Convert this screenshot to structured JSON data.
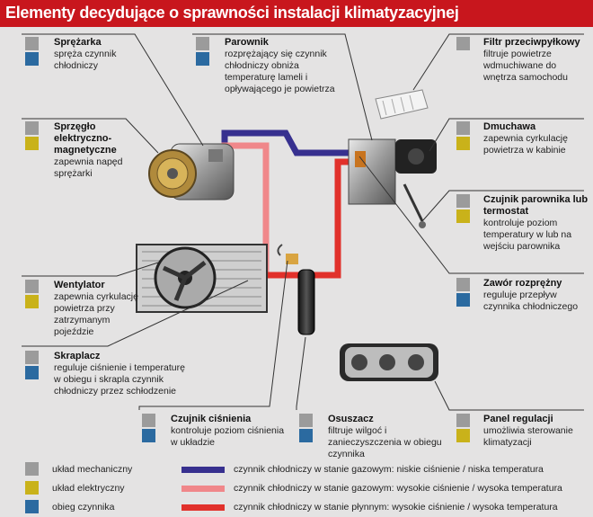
{
  "title": "Elementy decydujące o sprawności instalacji klimatyzacyjnej",
  "colors": {
    "mechanical": "#9b9b9b",
    "electrical": "#c9b21a",
    "refrigerant": "#2b6aa0",
    "gas_low": "#37308f",
    "gas_high": "#f0878a",
    "liquid_high": "#e1312b"
  },
  "components": {
    "sprezarka": {
      "name": "Sprężarka",
      "desc": "spręża czynnik chłodniczy"
    },
    "sprzeglo": {
      "name": "Sprzęgło elektryczno-magnetyczne",
      "desc": "zapewnia napęd sprężarki"
    },
    "wentylator": {
      "name": "Wentylator",
      "desc": "zapewnia cyrkulację powietrza przy zatrzymanym pojeździe"
    },
    "skraplacz": {
      "name": "Skraplacz",
      "desc": "reguluje ciśnienie i temperaturę w obiegu i skrapla czynnik chłodniczy przez schłodzenie"
    },
    "parownik": {
      "name": "Parownik",
      "desc": "rozprężający się czynnik chłodniczy obniża temperaturę lameli i opływającego je powietrza"
    },
    "filtr": {
      "name": "Filtr przeciwpyłkowy",
      "desc": "filtruje powietrze wdmuchiwane do wnętrza samochodu"
    },
    "dmuchawa": {
      "name": "Dmuchawa",
      "desc": "zapewnia cyrkulację powietrza w kabinie"
    },
    "czujnik_parownika": {
      "name": "Czujnik parownika lub termostat",
      "desc": "kontroluje poziom temperatury w lub na wejściu parownika"
    },
    "zawor": {
      "name": "Zawór rozprężny",
      "desc": "reguluje przepływ czynnika chłodniczego"
    },
    "czujnik_cisnienia": {
      "name": "Czujnik ciśnienia",
      "desc": "kontroluje poziom ciśnienia w układzie"
    },
    "osuszacz": {
      "name": "Osuszacz",
      "desc": "filtruje wilgoć i zanieczyszczenia w obiegu czynnika"
    },
    "panel": {
      "name": "Panel regulacji",
      "desc": "umożliwia sterowanie klimatyzacji"
    }
  },
  "legend": {
    "mechanical": "układ mechaniczny",
    "electrical": "układ elektryczny",
    "refrigerant": "obieg czynnika",
    "gas_low": "czynnik chłodniczy w stanie gazowym: niskie ciśnienie / niska temperatura",
    "gas_high": "czynnik chłodniczy w stanie gazowym: wysokie ciśnienie / wysoka temperatura",
    "liquid_high": "czynnik chłodniczy w stanie płynnym: wysokie ciśnienie / wysoka temperatura"
  }
}
